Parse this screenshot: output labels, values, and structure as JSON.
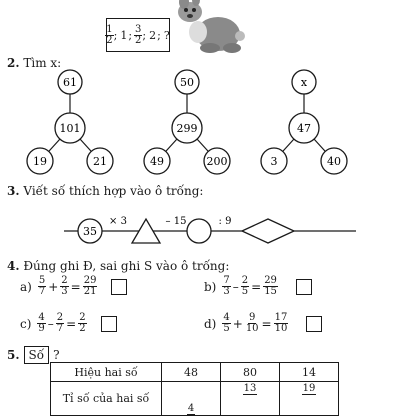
{
  "sequence": {
    "items": [
      {
        "type": "frac",
        "num": "1",
        "den": "2"
      },
      {
        "type": "sep",
        "text": ";"
      },
      {
        "type": "text",
        "text": "1"
      },
      {
        "type": "sep",
        "text": ";"
      },
      {
        "type": "frac",
        "num": "3",
        "den": "2"
      },
      {
        "type": "sep",
        "text": ";"
      },
      {
        "type": "text",
        "text": "2"
      },
      {
        "type": "sep",
        "text": ";"
      },
      {
        "type": "text",
        "text": "?"
      }
    ]
  },
  "q2": {
    "number": "2.",
    "text": "Tìm x:",
    "trees": [
      {
        "top": "61",
        "mid": "101",
        "left": "19",
        "right": "21"
      },
      {
        "top": "50",
        "mid": "299",
        "left": "49",
        "right": "200"
      },
      {
        "top": "x",
        "mid": "47",
        "left": "3",
        "right": "40"
      }
    ]
  },
  "q3": {
    "number": "3.",
    "text": "Viết số thích hợp vào ô trống:",
    "start": "35",
    "op1": "× 3",
    "op2": "– 15",
    "op3": ": 9"
  },
  "q4": {
    "number": "4.",
    "text": "Đúng ghi Đ, sai ghi S vào ô trống:",
    "items": [
      {
        "label": "a)",
        "a": [
          "5",
          "7"
        ],
        "op": "+",
        "b": [
          "2",
          "3"
        ],
        "r": [
          "29",
          "21"
        ]
      },
      {
        "label": "b)",
        "a": [
          "7",
          "3"
        ],
        "op": "–",
        "b": [
          "2",
          "5"
        ],
        "r": [
          "29",
          "15"
        ]
      },
      {
        "label": "c)",
        "a": [
          "4",
          "9"
        ],
        "op": "–",
        "b": [
          "2",
          "7"
        ],
        "r": [
          "2",
          "2"
        ]
      },
      {
        "label": "d)",
        "a": [
          "4",
          "5"
        ],
        "op": "+",
        "b": [
          "9",
          "10"
        ],
        "r": [
          "17",
          "10"
        ]
      }
    ]
  },
  "q5": {
    "number": "5.",
    "word": "Số",
    "suffix": "?",
    "table": {
      "row1_header": "Hiệu hai số",
      "row1": [
        "48",
        "80",
        "14"
      ],
      "row2_header": "Tỉ số của hai số",
      "row2_num": [
        "4",
        "13",
        "19"
      ],
      "row2_den": [
        "",
        "",
        ""
      ]
    }
  }
}
